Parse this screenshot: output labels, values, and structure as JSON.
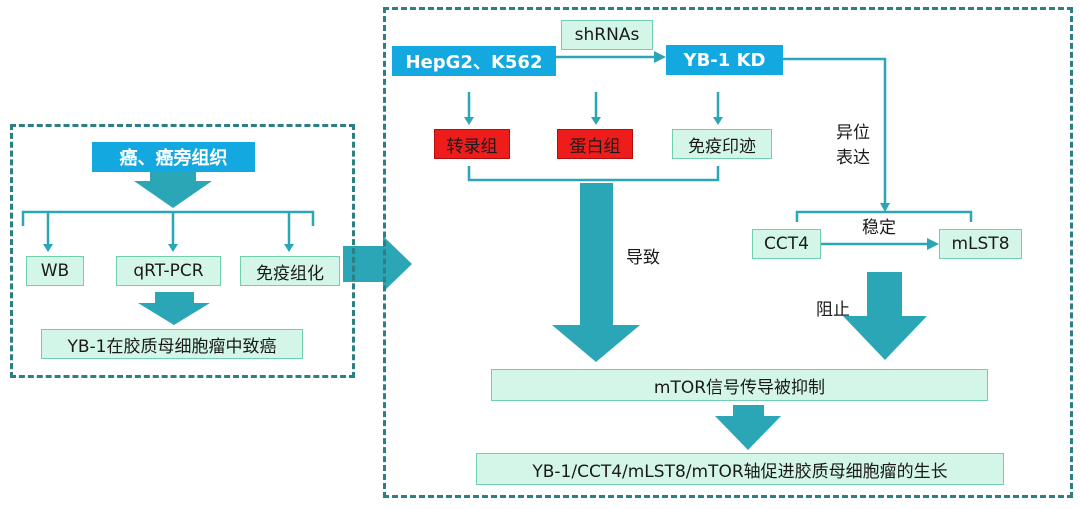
{
  "left": {
    "title": "癌、癌旁组织",
    "methods": [
      "WB",
      "qRT-PCR",
      "免疫组化"
    ],
    "conclusion": "YB-1在胶质母细胞瘤中致癌"
  },
  "right": {
    "cells": "HepG2、K562",
    "shrna": "shRNAs",
    "kd": "YB-1 KD",
    "omics": [
      "转录组",
      "蛋白组",
      "免疫印迹"
    ],
    "lead_to": "导致",
    "ectopic": [
      "异位",
      "表达"
    ],
    "stabilize": "稳定",
    "cct4": "CCT4",
    "mlst8": "mLST8",
    "block": "阻止",
    "mtor": "mTOR信号传导被抑制",
    "final": "YB-1/CCT4/mLST8/mTOR轴促进胶质母细胞瘤的生长"
  },
  "colors": {
    "teal": "#2aa6b7",
    "mint": "#d4f6e8",
    "blue": "#14a8e0",
    "red": "#ef1c1c",
    "dash": "#2e7f84"
  }
}
